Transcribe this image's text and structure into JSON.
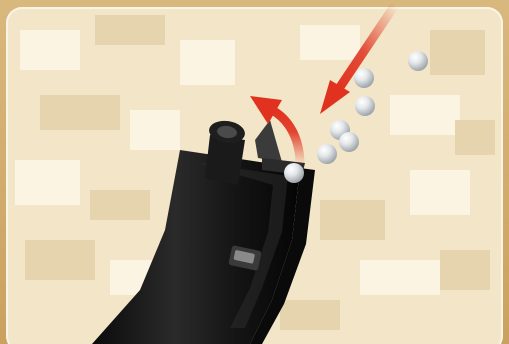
{
  "image": {
    "subject": "magazine-loading-illustration",
    "colors": {
      "frame": "#caa15f",
      "camo_base": "#f3e6c8",
      "camo_patch_light": "#fbf4e2",
      "camo_patch_dark": "#e6d4ae",
      "magazine": "#1b1b1b",
      "arrow": "#e0321f",
      "bb": "#d9dde0"
    },
    "icons": [
      "magazine",
      "bb-pellets",
      "curved-arrow-up",
      "diagonal-arrow-down"
    ]
  }
}
